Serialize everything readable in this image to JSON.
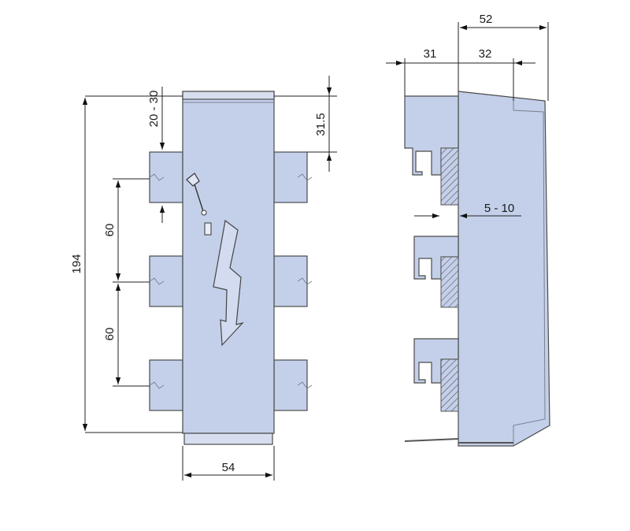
{
  "front_view": {
    "dim_total_height": "194",
    "dim_width": "54",
    "dim_top_pitch": "60",
    "dim_bottom_pitch": "60",
    "dim_rail_offset": "20 - 30",
    "dim_top_offset": "31.5"
  },
  "side_view": {
    "dim_depth_total": "52",
    "dim_depth_back": "31",
    "dim_depth_front": "32",
    "dim_panel_thickness": "5 - 10"
  },
  "colors": {
    "body": "#c4d0ea",
    "outline": "#4a4a4a"
  }
}
